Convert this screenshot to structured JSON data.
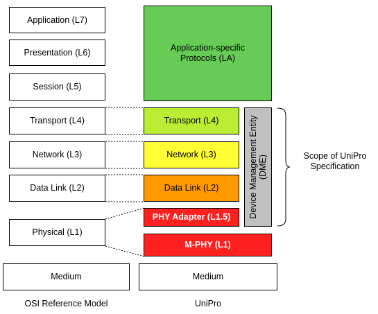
{
  "osi": {
    "layers": [
      "Application (L7)",
      "Presentation (L6)",
      "Session (L5)",
      "Transport (L4)",
      "Network (L3)",
      "Data Link (L2)",
      "Physical (L1)"
    ],
    "medium": "Medium",
    "caption": "OSI Reference Model"
  },
  "unipro": {
    "app_protocols": "Application-specific Protocols (LA)",
    "transport": "Transport (L4)",
    "network": "Network (L3)",
    "datalink": "Data Link (L2)",
    "phy_adapter": "PHY Adapter (L1.5)",
    "mphy": "M-PHY (L1)",
    "dme": "Device Management Entity (DME)",
    "medium": "Medium",
    "caption": "UniPro"
  },
  "scope": {
    "label": "Scope of UniPro Specification"
  },
  "colors": {
    "app_protocols": "#66cc55",
    "transport": "#bbee33",
    "network": "#ffff33",
    "datalink": "#ff9900",
    "phy_adapter": "#ff2020",
    "mphy": "#ff2020",
    "dme": "#c0c0c0"
  }
}
